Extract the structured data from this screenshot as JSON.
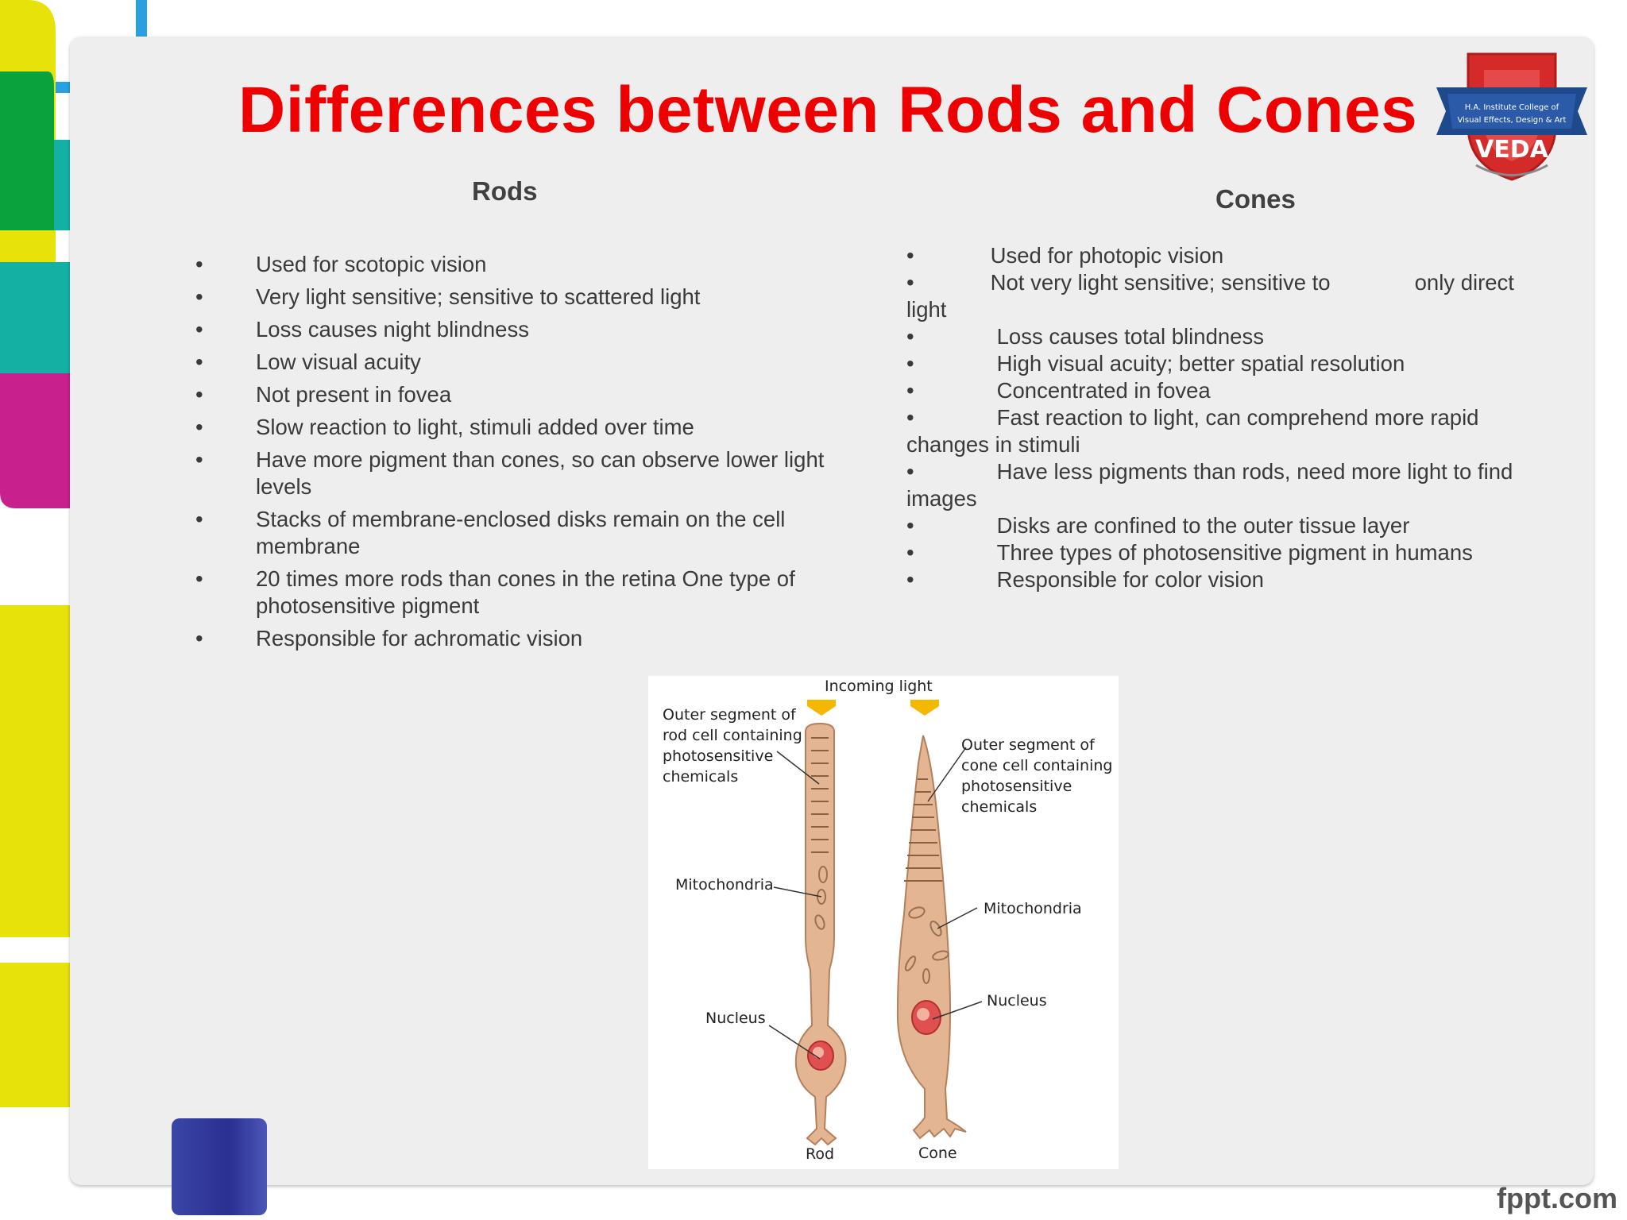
{
  "slide": {
    "title": "Differences between Rods and Cones",
    "footer_brand": "fppt.com",
    "colors": {
      "title": "#ee0000",
      "panel": "#eeeeef",
      "text": "#3a3a3a",
      "deco_yellow": "#e6e20a",
      "deco_green": "#0aa23c",
      "deco_teal": "#14b0a4",
      "deco_magenta": "#c8208c",
      "deco_blue": "#3a4aa8",
      "deco_light_blue": "#29a0e0"
    }
  },
  "rods": {
    "heading": "Rods",
    "bullet_glyph": "•",
    "items": [
      "Used for scotopic vision",
      "Very light sensitive; sensitive to scattered light",
      "Loss causes night blindness",
      "Low visual acuity",
      "Not present in fovea",
      "Slow reaction to light, stimuli added over time",
      "Have more pigment than cones, so can observe lower light levels",
      "Stacks of membrane-enclosed disks remain on the cell membrane",
      "20 times more rods than cones in the retina One type of photosensitive pigment",
      "Responsible for achromatic vision"
    ]
  },
  "cones": {
    "heading": "Cones",
    "bullet_glyph": "•",
    "items": [
      "Used for photopic vision",
      "Not very light sensitive; sensitive to",
      "only direct",
      "light",
      "Loss causes total blindness",
      "High visual acuity; better spatial resolution",
      "Concentrated in fovea",
      "Fast reaction to light, can comprehend more rapid",
      "changes in stimuli",
      "Have less pigments than rods, need more light to find",
      "images",
      "Disks are confined to the outer tissue layer",
      "Three types of photosensitive pigment in humans",
      "Responsible for color vision"
    ]
  },
  "figure": {
    "incoming_light": "Incoming light",
    "rod_outer_segment": [
      "Outer segment of",
      "rod cell containing",
      "photosensitive",
      "chemicals"
    ],
    "cone_outer_segment": [
      "Outer segment of",
      "cone cell containing",
      "photosensitive",
      "chemicals"
    ],
    "mitochondria": "Mitochondria",
    "nucleus": "Nucleus",
    "rod_label": "Rod",
    "cone_label": "Cone"
  }
}
